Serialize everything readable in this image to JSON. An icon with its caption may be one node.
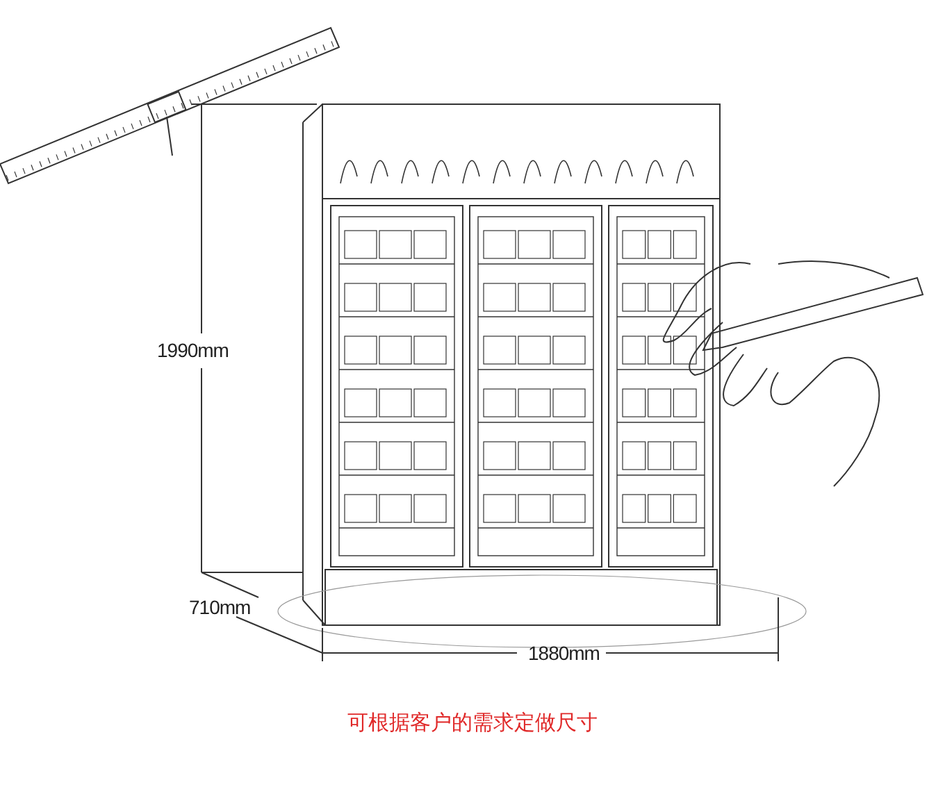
{
  "diagram": {
    "caption": "可根据客户的需求定做尺寸",
    "labels": [
      "1990mm",
      "710mm",
      "1880mm"
    ]
  }
}
